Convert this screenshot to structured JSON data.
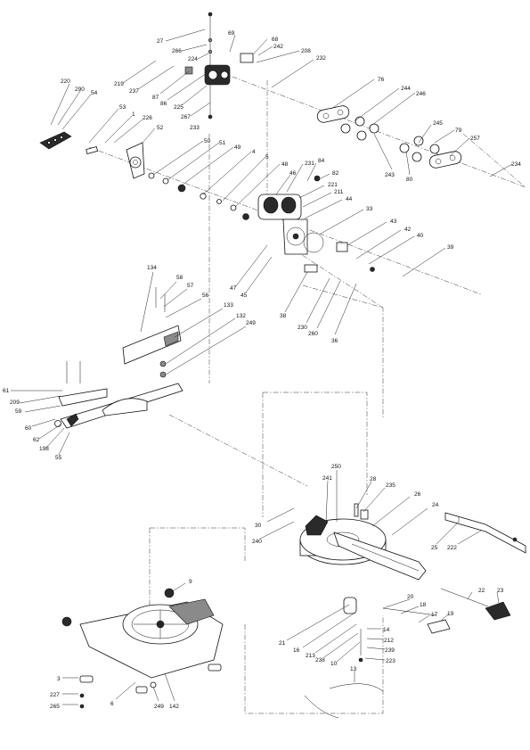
{
  "labels": {
    "l27": "27",
    "l266": "266",
    "l224": "224",
    "l69": "69",
    "l68": "68",
    "l242": "242",
    "l208": "208",
    "l232": "232",
    "l219": "219",
    "l237": "237",
    "l87": "87",
    "l86": "86",
    "l225": "225",
    "l267": "267",
    "l233": "233",
    "l220": "220",
    "l290": "290",
    "l54": "54",
    "l53": "53",
    "l1": "1",
    "l226": "226",
    "l52": "52",
    "l76": "76",
    "l244": "244",
    "l246": "246",
    "l245": "245",
    "l79": "79",
    "l257": "257",
    "l234": "234",
    "l243": "243",
    "l80": "80",
    "l50": "50",
    "l51": "51",
    "l49": "49",
    "l4": "4",
    "l5": "5",
    "l48": "48",
    "l231": "231",
    "l84": "84",
    "l82": "82",
    "l46": "46",
    "l221": "221",
    "l211": "211",
    "l44": "44",
    "l33": "33",
    "l43": "43",
    "l42": "42",
    "l40": "40",
    "l39": "39",
    "l47": "47",
    "l45": "45",
    "l38": "38",
    "l230": "230",
    "l260": "260",
    "l36": "36",
    "l134": "134",
    "l58": "58",
    "l57": "57",
    "l56": "56",
    "l133": "133",
    "l132": "132",
    "l249a": "249",
    "l61": "61",
    "l209": "209",
    "l59": "59",
    "l60": "60",
    "l62": "62",
    "l198": "198",
    "l55": "55",
    "l250": "250",
    "l241": "241",
    "l28": "28",
    "l235": "235",
    "l26": "26",
    "l24": "24",
    "l30": "30",
    "l240": "240",
    "l25": "25",
    "l222": "222",
    "l9": "9",
    "l20": "20",
    "l22": "22",
    "l23": "23",
    "l18": "18",
    "l17": "17",
    "l19": "19",
    "l21": "21",
    "l16": "16",
    "l213": "213",
    "l238": "238",
    "l10": "10",
    "l14": "14",
    "l212": "212",
    "l239": "239",
    "l223": "223",
    "l13": "13",
    "l3": "3",
    "l227": "227",
    "l265": "265",
    "l6": "6",
    "l249b": "249",
    "l142": "142"
  }
}
